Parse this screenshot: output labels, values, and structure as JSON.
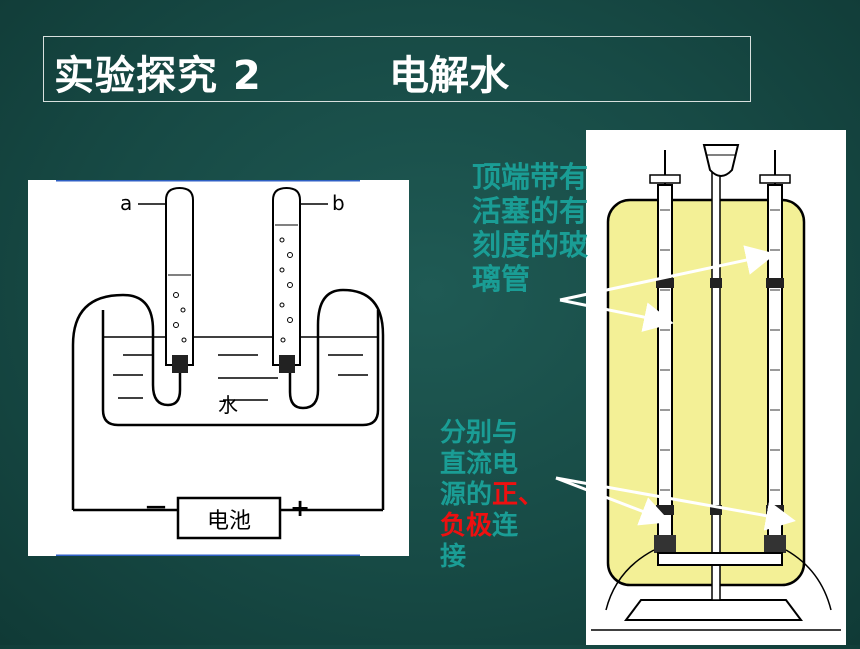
{
  "title": {
    "main": "实验探究 2",
    "topic": "电解水"
  },
  "left_diagram": {
    "label_a": "a",
    "label_b": "b",
    "water_label": "水",
    "battery_label": "电池",
    "minus": "－",
    "plus": "+"
  },
  "label_glass_tube": {
    "line1": "顶端带有",
    "line2": "活塞的有",
    "line3": "刻度的玻",
    "line4": "璃管"
  },
  "label_electrode": {
    "line1": "分别与",
    "line2": "直流电",
    "line3_prefix": "源的",
    "line3_red": "正、",
    "line4_red": "负极",
    "line4_suffix": "连",
    "line5": "接"
  },
  "colors": {
    "background": "#174a45",
    "label_teal": "#1a9d95",
    "label_red": "#ee1010",
    "apparatus_yellow": "#f3f096"
  }
}
